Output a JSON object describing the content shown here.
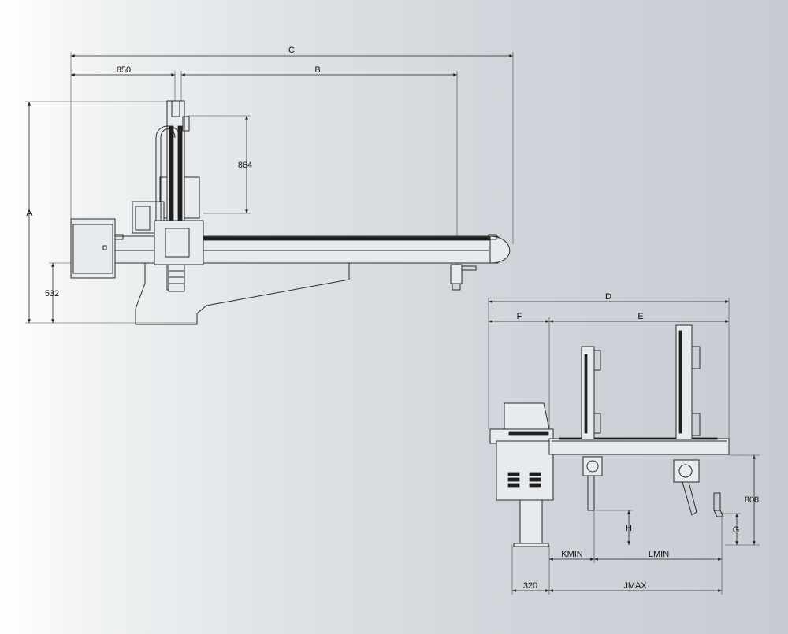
{
  "labels": {
    "a": "A",
    "b": "B",
    "c": "C",
    "d": "D",
    "e": "E",
    "f": "F",
    "g": "G",
    "h": "H",
    "v850": "850",
    "v864": "864",
    "v532": "532",
    "v808": "808",
    "v320": "320",
    "kmin": "KMIN",
    "lmin": "LMIN",
    "jmax": "JMAX"
  },
  "colors": {
    "line": "#2a2a2a",
    "background_left": "#ffffff",
    "background_right": "#c6ccd2"
  }
}
